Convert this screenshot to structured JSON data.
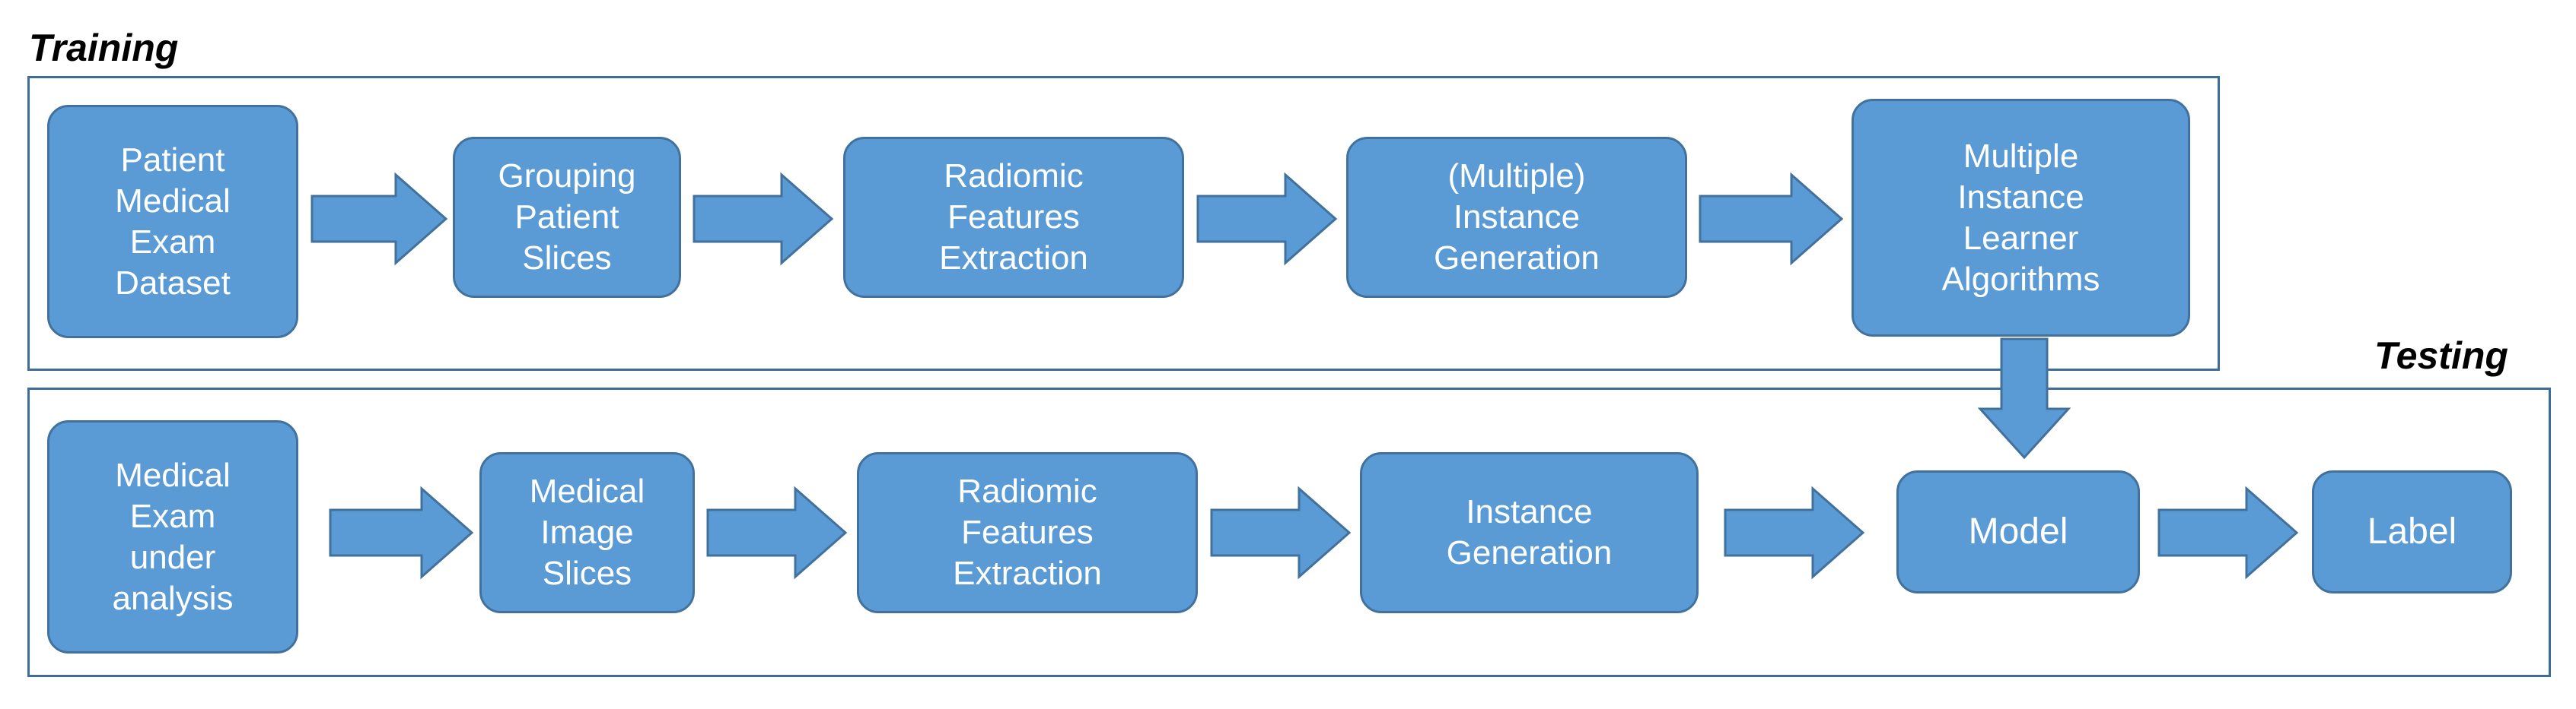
{
  "training": {
    "title": "Training",
    "nodes": [
      "Patient\nMedical\nExam\nDataset",
      "Grouping\nPatient\nSlices",
      "Radiomic\nFeatures\nExtraction",
      "(Multiple)\nInstance\nGeneration",
      "Multiple\nInstance\nLearner\nAlgorithms"
    ]
  },
  "testing": {
    "title": "Testing",
    "nodes": [
      "Medical\nExam\nunder\nanalysis",
      "Medical\nImage\nSlices",
      "Radiomic\nFeatures\nExtraction",
      "Instance\nGeneration",
      "Model",
      "Label"
    ]
  },
  "colors": {
    "node_fill": "#5b9bd5",
    "node_border": "#41719c",
    "frame_border": "#3e6d9c"
  }
}
